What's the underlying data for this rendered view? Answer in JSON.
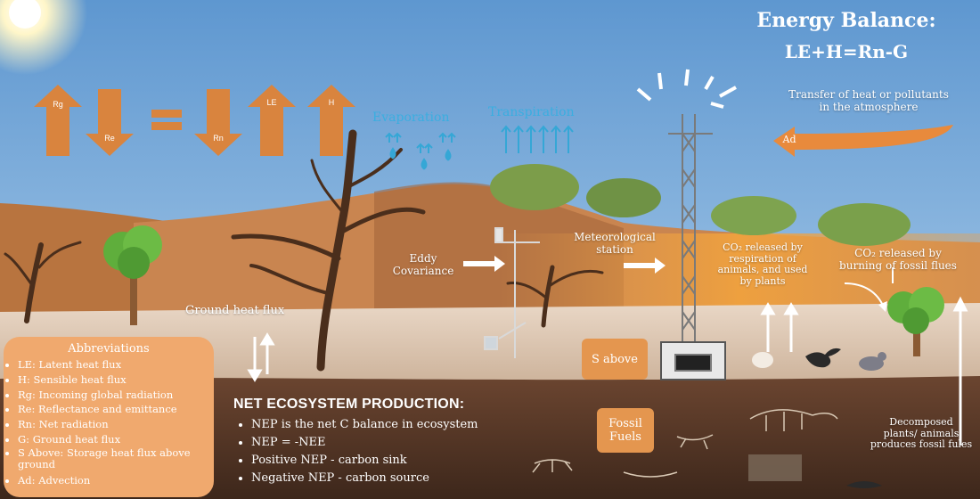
{
  "title": {
    "line1": "Energy Balance:",
    "line2": "LE+H=Rn-G"
  },
  "balance_arrows": {
    "rg": "Rg",
    "re": "Re",
    "rn": "Rn",
    "le": "LE",
    "h": "H",
    "equals": "="
  },
  "labels": {
    "evaporation": "Evaporation",
    "transpiration": "Transpiration",
    "eddy_covariance": "Eddy\nCovariance",
    "met_station": "Meteorological\nstation",
    "transfer": "Transfer of heat or pollutants\nin the atmosphere",
    "advection_arrow": "Ad",
    "co2_respiration": "CO₂ released by\nrespiration of\nanimals, and used\nby plants",
    "co2_fossil": "CO₂ released by\nburning of fossil flues",
    "ground_heat_flux": "Ground heat flux",
    "s_above": "S above",
    "fossil_fuels": "Fossil\nFuels",
    "decomposed": "Decomposed\nplants/ animals\nproduces fossil fules"
  },
  "abbreviations": {
    "heading": "Abbreviations",
    "items": [
      "LE: Latent heat flux",
      "H: Sensible heat flux",
      "Rg: Incoming global radiation",
      "Re: Reflectance and emittance",
      "Rn: Net radiation",
      "G: Ground heat flux",
      "S Above: Storage heat flux above ground",
      "Ad: Advection"
    ]
  },
  "nep": {
    "heading": "NET ECOSYSTEM PRODUCTION:",
    "items": [
      "NEP is the net C balance in ecosystem",
      "NEP = -NEE",
      "Positive NEP - carbon sink",
      "Negative NEP - carbon source"
    ]
  },
  "colors": {
    "sky": "#6aa3d8",
    "dune": "#c07a46",
    "soil": "#5a3a27",
    "orange_arrow": "#d9843e",
    "box": "#e4964f",
    "water": "#35a7d6"
  }
}
